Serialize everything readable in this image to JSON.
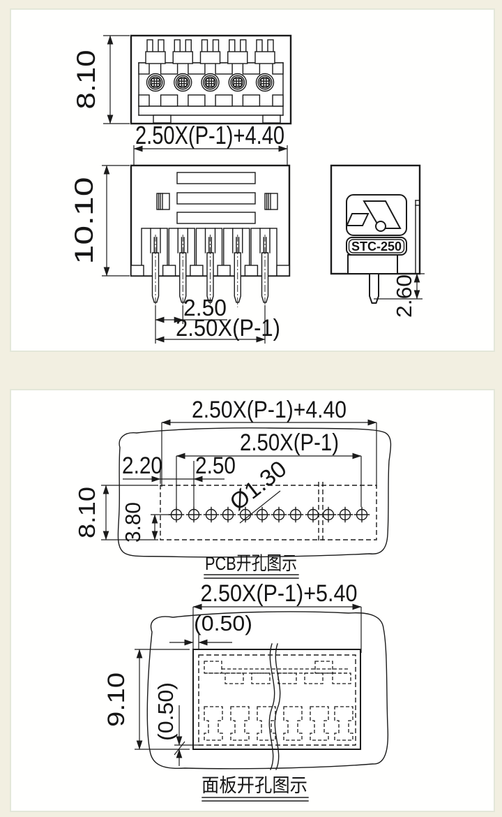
{
  "top": {
    "front_view": {
      "height_dim": "8.10",
      "width_dim": "2.50X(P-1)+4.40"
    },
    "section_view": {
      "height_dim": "10.10",
      "pin_pitch_dim": "2.50",
      "pin_span_dim": "2.50X(P-1)"
    },
    "side_view": {
      "model_label": "STC-250",
      "pin_length_dim": "2.60"
    }
  },
  "bottom": {
    "pcb": {
      "title": "PCB开孔图示",
      "overall_width_dim": "2.50X(P-1)+4.40",
      "hole_span_dim": "2.50X(P-1)",
      "edge_offset_dim": "2.20",
      "hole_pitch_dim": "2.50",
      "hole_diameter_dim": "Ø1.30",
      "height_dim": "8.10",
      "hole_row_offset_dim": "3.80"
    },
    "panel_cut": {
      "title": "面板开孔图示",
      "overall_width_dim": "2.50X(P-1)+5.40",
      "side_clearance_dim": "(0.50)",
      "height_dim": "9.10",
      "bottom_clearance_dim": "(0.50)"
    }
  },
  "colors": {
    "line": "#1b1b1b",
    "page_bg": "#f2efe1",
    "panel_bg": "#fffffe",
    "panel_border": "#e3e7d9"
  }
}
